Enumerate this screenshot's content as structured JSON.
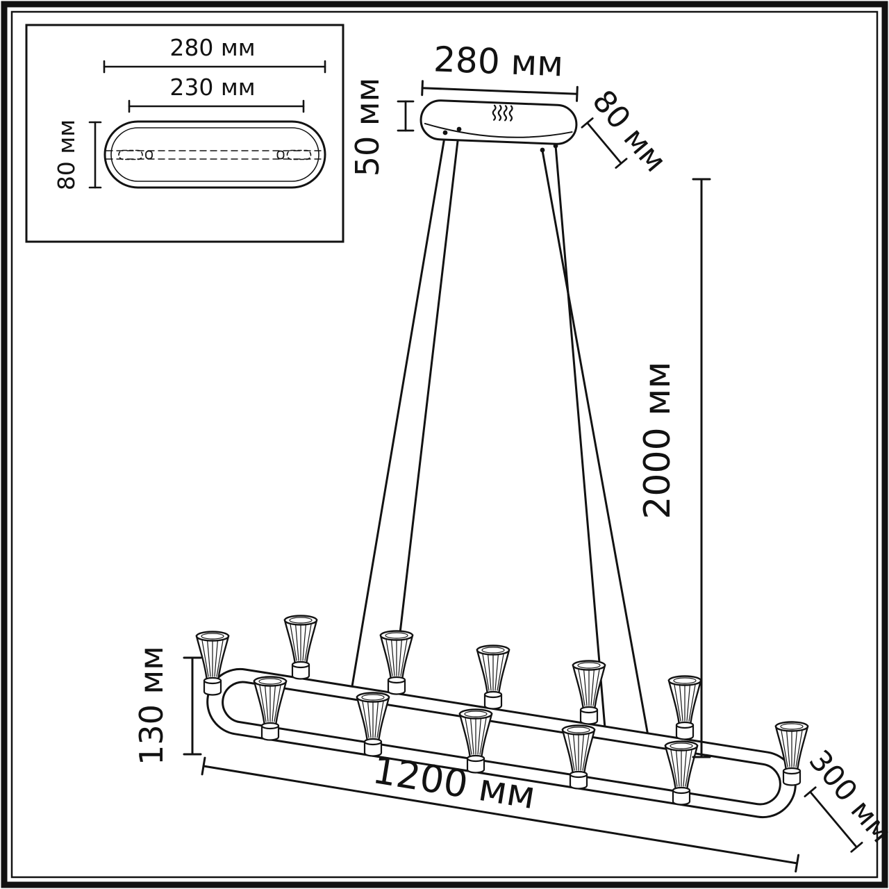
{
  "colors": {
    "line": "#121212",
    "background": "#ffffff"
  },
  "inset_top_view": {
    "outer_width_label": "280 мм",
    "mount_spacing_label": "230 мм",
    "depth_label": "80 мм"
  },
  "canopy": {
    "width_label": "280 мм",
    "height_label": "50 мм",
    "depth_label": "80 мм"
  },
  "suspension": {
    "length_label": "2000 мм"
  },
  "fixture": {
    "height_label": "130 мм",
    "length_label": "1200 мм",
    "depth_label": "300 мм"
  }
}
